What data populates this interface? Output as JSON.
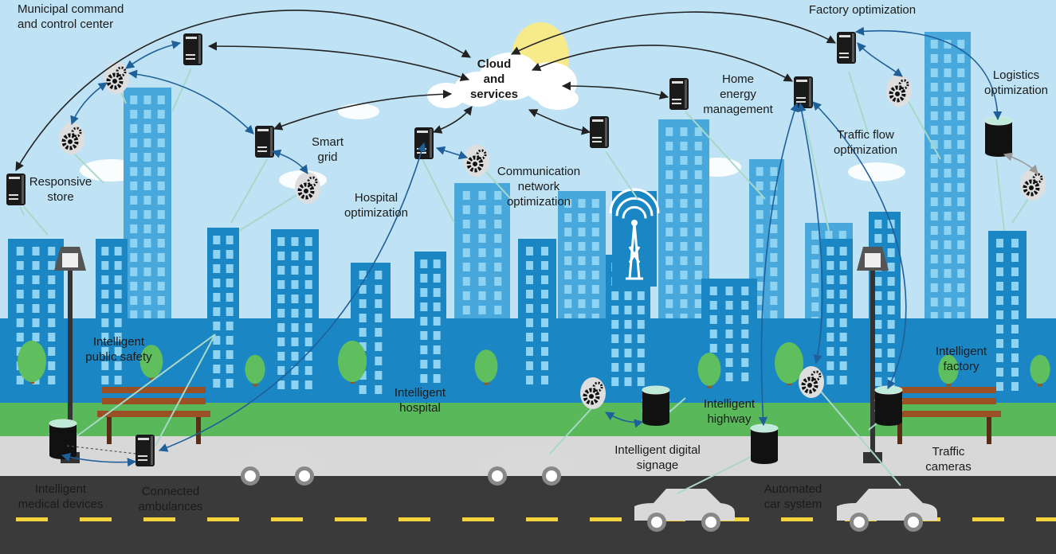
{
  "labels": {
    "municipal": "Municipal command\nand control center",
    "factory_opt": "Factory optimization",
    "cloud": "Cloud\nand\nservices",
    "home_energy": "Home\nenergy\nmanagement",
    "logistics": "Logistics\noptimization",
    "smart_grid": "Smart\ngrid",
    "traffic_flow": "Traffic flow\noptimization",
    "responsive_store": "Responsive\nstore",
    "comm_network": "Communication\nnetwork\noptimization",
    "hospital_opt": "Hospital\noptimization",
    "public_safety": "Intelligent\npublic safety",
    "intelligent_factory": "Intelligent\nfactory",
    "intelligent_hospital": "Intelligent\nhospital",
    "intelligent_highway": "Intelligent\nhighway",
    "digital_signage": "Intelligent digital\nsignage",
    "traffic_cameras": "Traffic\ncameras",
    "medical_devices": "Intelligent\nmedical devices",
    "ambulances": "Connected\nambulances",
    "automated_car": "Automated\ncar system"
  },
  "colors": {
    "sky": "#bfe3f4",
    "building_dark": "#1b86c4",
    "building_light": "#48a8dc",
    "window": "#8fd3f2",
    "grass": "#58b85a",
    "sidewalk": "#d8d8d8",
    "road": "#3a3a3a",
    "lane": "#f2d33a",
    "tree": "#5fbf5f",
    "bench": "#9b4f24",
    "sun": "#f7ea8a",
    "arrow_black": "#222222",
    "arrow_blue": "#1f5f9a",
    "link_line": "#a8d8c8",
    "car": "#d9d9d9"
  },
  "icons": [
    "server-icon",
    "gear-icon",
    "database-icon",
    "antenna-tower-icon",
    "street-lamp-icon",
    "bench-icon",
    "car-icon",
    "tree-icon",
    "cloud-icon",
    "sun-icon"
  ]
}
